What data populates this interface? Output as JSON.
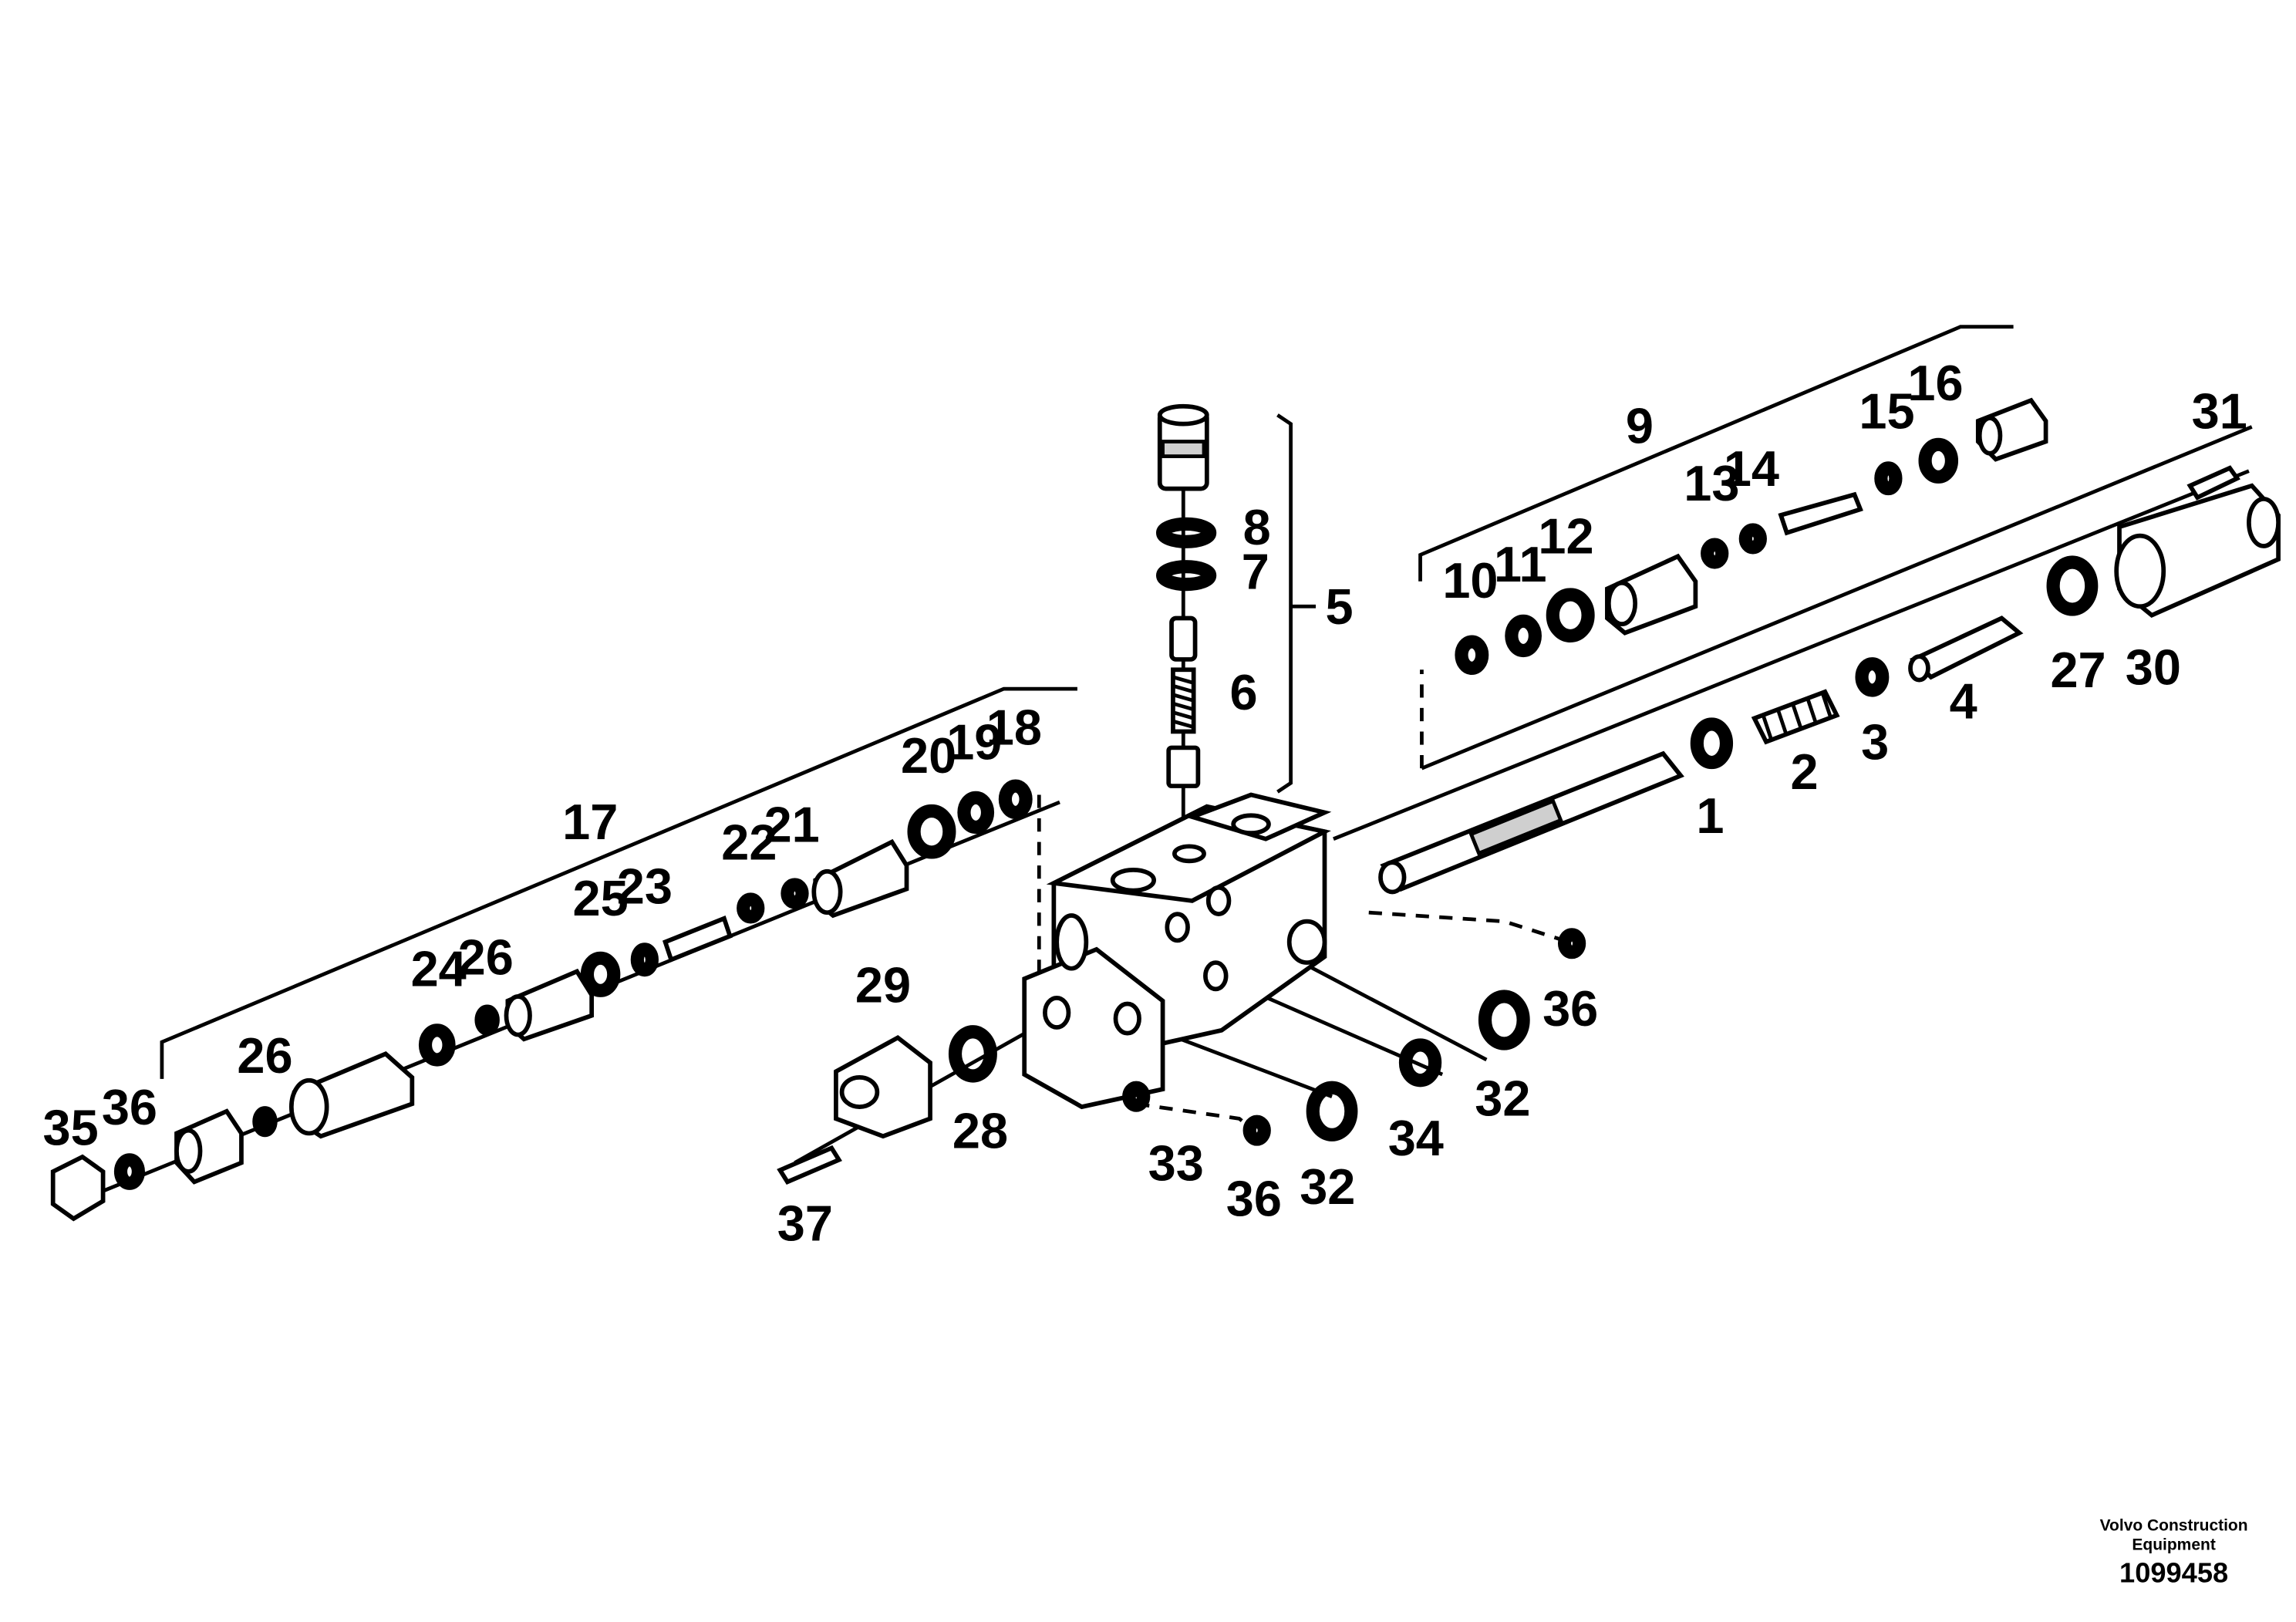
{
  "callouts": {
    "c1": "1",
    "c2": "2",
    "c3": "3",
    "c4": "4",
    "c5": "5",
    "c6": "6",
    "c7": "7",
    "c8": "8",
    "c9": "9",
    "c10": "10",
    "c11": "11",
    "c12": "12",
    "c13": "13",
    "c14": "14",
    "c15": "15",
    "c16": "16",
    "c17": "17",
    "c18": "18",
    "c19": "19",
    "c20": "20",
    "c21": "21",
    "c22": "22",
    "c23": "23",
    "c24": "24",
    "c25": "25",
    "c26a": "26",
    "c26b": "26",
    "c27": "27",
    "c28": "28",
    "c29": "29",
    "c30": "30",
    "c31": "31",
    "c32a": "32",
    "c32b": "32",
    "c33": "33",
    "c34": "34",
    "c35": "35",
    "c36a": "36",
    "c36b": "36",
    "c36c": "36",
    "c37": "37"
  },
  "caption": {
    "line1": "Volvo Construction",
    "line2": "Equipment",
    "number": "1099458"
  }
}
